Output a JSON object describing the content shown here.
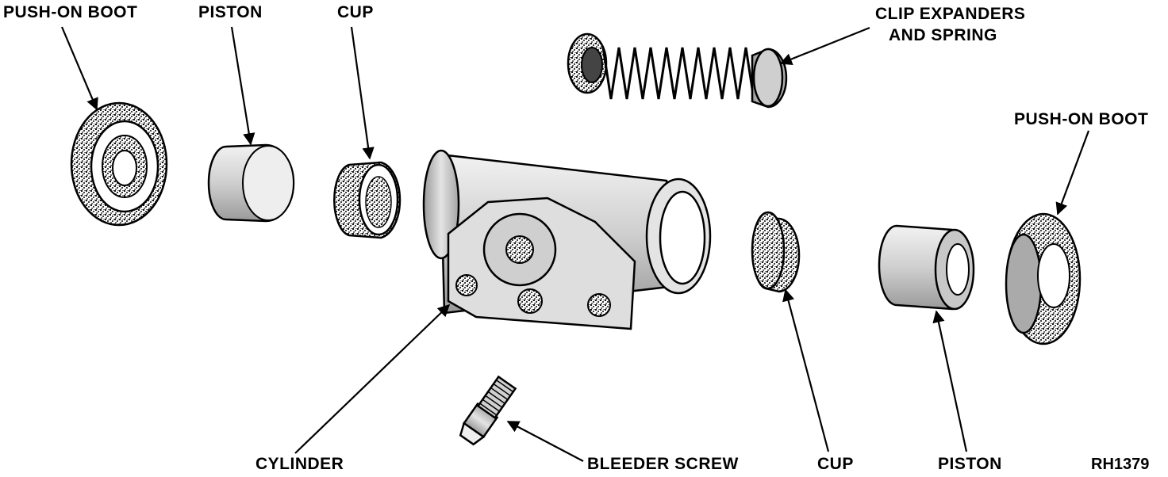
{
  "diagram": {
    "labels": {
      "push_on_boot_left": "PUSH-ON BOOT",
      "piston_left": "PISTON",
      "cup_left": "CUP",
      "clip_expanders_line1": "CLIP EXPANDERS",
      "clip_expanders_line2": "AND SPRING",
      "push_on_boot_right": "PUSH-ON BOOT",
      "cylinder": "CYLINDER",
      "bleeder_screw": "BLEEDER SCREW",
      "cup_right": "CUP",
      "piston_right": "PISTON",
      "figure_ref": "RH1379"
    },
    "colors": {
      "ink": "#000000",
      "paper": "#ffffff",
      "light_gray": "#dcdcdc",
      "mid_gray": "#b8b8b8",
      "dark_gray": "#8a8a8a"
    }
  }
}
